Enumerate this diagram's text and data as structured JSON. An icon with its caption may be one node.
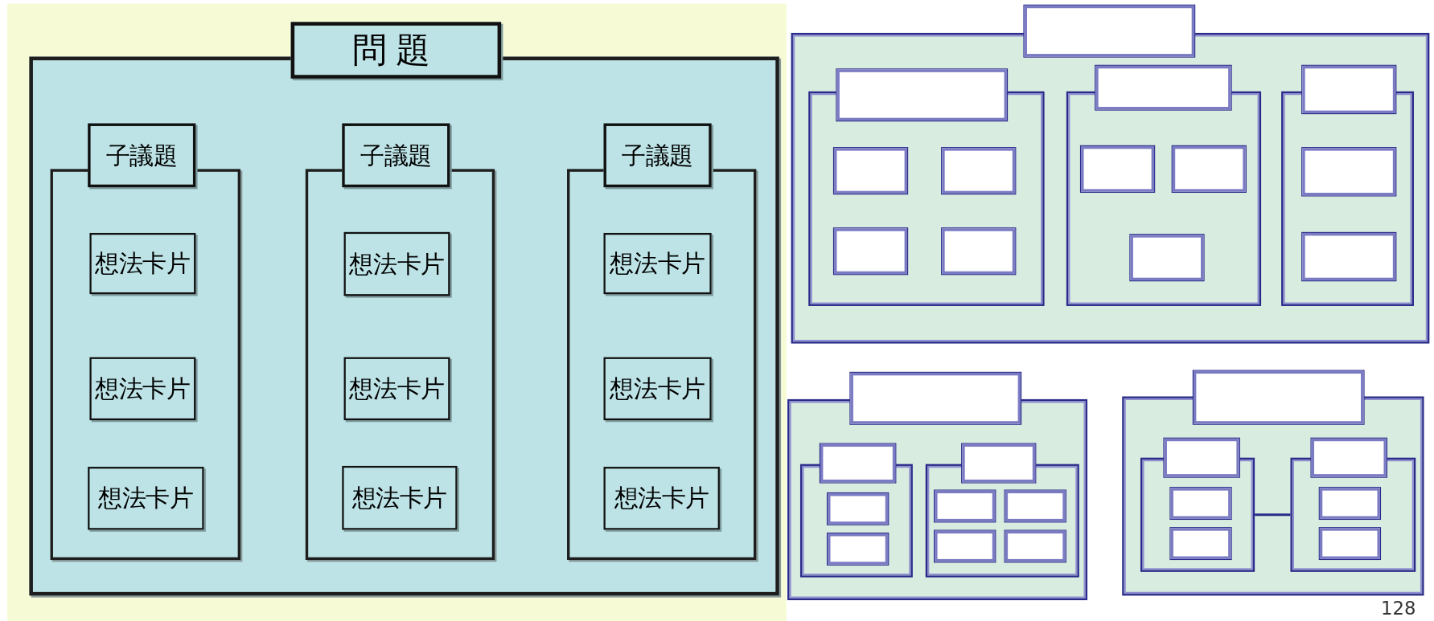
{
  "diagram": {
    "nodes": [
      {
        "text": [
          "問題"
        ]
      },
      {
        "text": [
          "子議題"
        ],
        "in": 0
      },
      {
        "text": [
          "想法卡片"
        ],
        "in": 1
      },
      {
        "text": [
          "想法卡片"
        ],
        "in": 1
      },
      {
        "text": [
          "想法卡片"
        ],
        "in": 1
      },
      {
        "text": [
          "子議題"
        ],
        "in": 0
      },
      {
        "text": [
          "想法卡片"
        ],
        "in": 5
      },
      {
        "text": [
          "想法卡片"
        ],
        "in": 5
      },
      {
        "text": [
          "想法卡片"
        ],
        "in": 5
      },
      {
        "text": [
          "子議題"
        ],
        "in": 0
      },
      {
        "text": [
          "想法卡片"
        ],
        "in": 9
      },
      {
        "text": [
          "想法卡片"
        ],
        "in": 9
      },
      {
        "text": [
          "想法卡片"
        ],
        "in": 9
      },
      {
        "text": [],
        "shape": "box"
      },
      {
        "text": [],
        "shape": "box",
        "in": 13
      },
      {
        "text": [],
        "shape": "box",
        "in": 14
      },
      {
        "text": [],
        "shape": "box",
        "in": 14
      },
      {
        "text": [],
        "shape": "box",
        "in": 14
      },
      {
        "text": [],
        "shape": "box",
        "in": 14
      },
      {
        "text": [],
        "shape": "box",
        "in": 13
      },
      {
        "text": [],
        "shape": "box",
        "in": 19
      },
      {
        "text": [],
        "shape": "box",
        "in": 19
      },
      {
        "text": [],
        "shape": "box",
        "in": 19
      },
      {
        "text": [],
        "shape": "box",
        "in": 13
      },
      {
        "text": [],
        "shape": "box",
        "in": 23
      },
      {
        "text": [],
        "shape": "box",
        "in": 23
      },
      {
        "text": [],
        "shape": "box"
      },
      {
        "text": [],
        "shape": "box",
        "in": 26
      },
      {
        "text": [],
        "shape": "box",
        "in": 27
      },
      {
        "text": [],
        "shape": "box",
        "in": 27
      },
      {
        "text": [],
        "shape": "box",
        "in": 26
      },
      {
        "text": [],
        "shape": "box",
        "in": 30
      },
      {
        "text": [],
        "shape": "box",
        "in": 30
      },
      {
        "text": [],
        "shape": "box",
        "in": 30
      },
      {
        "text": [],
        "shape": "box",
        "in": 30
      },
      {
        "text": [],
        "shape": "box"
      },
      {
        "text": [],
        "shape": "box",
        "in": 35
      },
      {
        "text": [],
        "shape": "box",
        "in": 36
      },
      {
        "text": [],
        "shape": "box",
        "in": 36
      },
      {
        "text": [],
        "shape": "box",
        "in": 35
      },
      {
        "text": [],
        "shape": "box",
        "in": 39
      },
      {
        "text": [],
        "shape": "box",
        "in": 39
      },
      {
        "text": [],
        "shape": "box"
      },
      {
        "text": [],
        "shape": "box",
        "in": 13
      },
      {
        "text": [],
        "shape": "box",
        "in": 13
      },
      {
        "text": [],
        "shape": "box",
        "in": 13
      },
      {
        "text": [],
        "shape": "box"
      },
      {
        "text": [],
        "shape": "box",
        "in": 26
      },
      {
        "text": [],
        "shape": "box",
        "in": 26
      },
      {
        "text": [],
        "shape": "box"
      },
      {
        "text": [],
        "shape": "box",
        "in": 35
      },
      {
        "text": [],
        "shape": "box",
        "in": 35
      }
    ],
    "edges": [
      {
        "from": 36,
        "to": 39,
        "arrow": "none"
      }
    ],
    "labels": [
      "128"
    ]
  }
}
